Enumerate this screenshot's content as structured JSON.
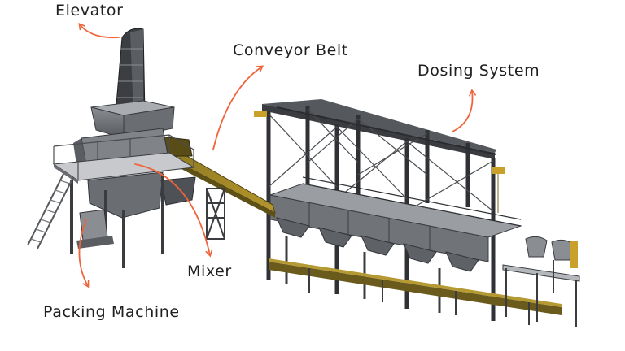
{
  "labels": {
    "elevator": "Elevator",
    "conveyor_belt": "Conveyor Belt",
    "dosing_system": "Dosing System",
    "mixer": "Mixer",
    "packing_machine": "Packing Machine"
  },
  "colors": {
    "arrow": "#f0643c",
    "steel_dark": "#3a3c40",
    "steel_mid": "#6a6d72",
    "steel_light": "#b4b7bb",
    "belt_yellow": "#9a8225",
    "accent_yellow": "#d2a82a",
    "text": "#1f1f1f"
  }
}
